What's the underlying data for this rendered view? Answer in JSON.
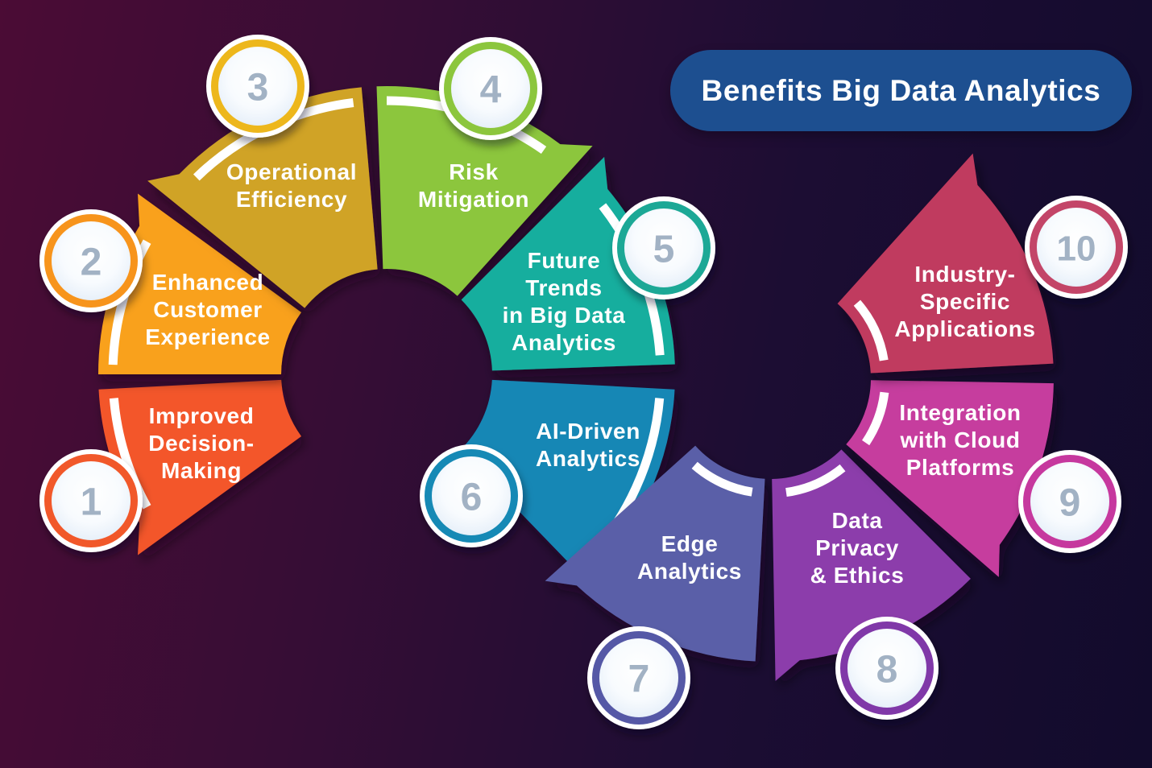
{
  "title": {
    "label": "Benefits Big Data Analytics",
    "background_color": "#1d4f90",
    "text_color": "#ffffff"
  },
  "background": {
    "left_color": "#4b0c35",
    "right_color": "#120b2c"
  },
  "badge": {
    "number_color": "#a2b2c4",
    "disc_color": "#ffffff"
  },
  "stripe_color": "#ffffff",
  "segments": [
    {
      "number": "1",
      "label": "Improved Decision-Making",
      "label_lines": [
        "Improved",
        "Decision-",
        "Making"
      ],
      "color": "#f3572a",
      "ring_color": "#f1582a"
    },
    {
      "number": "2",
      "label": "Enhanced Customer Experience",
      "label_lines": [
        "Enhanced",
        "Customer",
        "Experience"
      ],
      "color": "#f9a11f",
      "ring_color": "#f7941e"
    },
    {
      "number": "3",
      "label": "Operational Efficiency",
      "label_lines": [
        "Operational",
        "Efficiency"
      ],
      "color": "#d0a327",
      "ring_color": "#edb71d"
    },
    {
      "number": "4",
      "label": "Risk Mitigation",
      "label_lines": [
        "Risk",
        "Mitigation"
      ],
      "color": "#8cc63e",
      "ring_color": "#8cc63e"
    },
    {
      "number": "5",
      "label": "Future Trends in Big Data Analytics",
      "label_lines": [
        "Future",
        "Trends",
        "in Big Data",
        "Analytics"
      ],
      "color": "#18ae9e",
      "ring_color": "#1fa896"
    },
    {
      "number": "6",
      "label": "AI-Driven Analytics",
      "label_lines": [
        "AI-Driven",
        "Analytics"
      ],
      "color": "#1787b5",
      "ring_color": "#1589b5"
    },
    {
      "number": "7",
      "label": "Edge Analytics",
      "label_lines": [
        "Edge",
        "Analytics"
      ],
      "color": "#5a5ea8",
      "ring_color": "#5558a6"
    },
    {
      "number": "8",
      "label": "Data Privacy & Ethics",
      "label_lines": [
        "Data",
        "Privacy",
        "& Ethics"
      ],
      "color": "#8c3cab",
      "ring_color": "#8038a8"
    },
    {
      "number": "9",
      "label": "Integration with Cloud Platforms",
      "label_lines": [
        "Integration",
        "with Cloud",
        "Platforms"
      ],
      "color": "#c63e9e",
      "ring_color": "#c6399e"
    },
    {
      "number": "10",
      "label": "Industry-Specific Applications",
      "label_lines": [
        "Industry-",
        "Specific",
        "Applications"
      ],
      "color": "#c03a5f",
      "ring_color": "#c34568"
    }
  ]
}
